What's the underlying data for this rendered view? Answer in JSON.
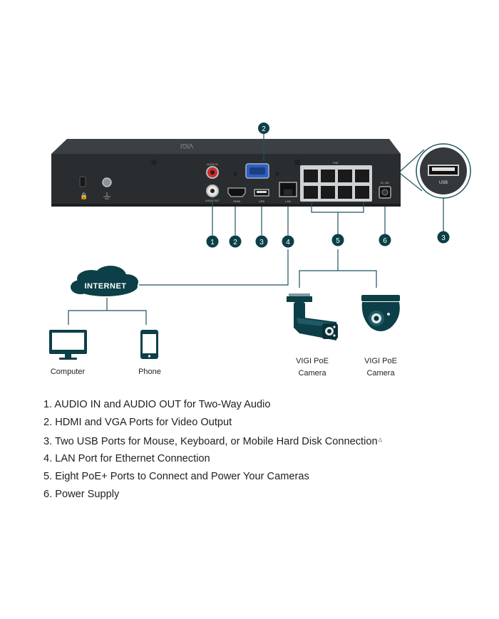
{
  "colors": {
    "callout": "#0c3f47",
    "line": "#1d5560",
    "device_body": "#2a2d30",
    "device_top": "#3c4044",
    "port": "#5a5e62"
  },
  "icons": [
    "cloud-icon",
    "monitor-icon",
    "phone-icon",
    "bullet-camera-icon",
    "dome-camera-icon",
    "usb-port-icon"
  ],
  "device": {
    "port_labels": [
      "AUDIO IN",
      "AUDIO OUT",
      "HDMI",
      "USB",
      "LAN",
      "PoE",
      "DC 48V"
    ],
    "top_marking": "VIGI"
  },
  "callouts": {
    "vga": "2",
    "audio": "1",
    "hdmi": "2",
    "usb": "3",
    "lan": "4",
    "poe": "5",
    "power": "6",
    "usb_zoom": "3"
  },
  "zoom": {
    "usb_label": "USB"
  },
  "network": {
    "internet": "INTERNET",
    "computer": "Computer",
    "phone": "Phone",
    "camera1_line1": "VIGI PoE",
    "camera1_line2": "Camera",
    "camera2_line1": "VIGI PoE",
    "camera2_line2": "Camera"
  },
  "features": [
    "1. AUDIO IN and AUDIO OUT for Two-Way Audio",
    "2. HDMI and VGA Ports for Video Output",
    "3. Two USB Ports for Mouse, Keyboard, or Mobile Hard Disk Connection",
    "4. LAN Port for Ethernet Connection",
    "5. Eight PoE+ Ports to Connect and Power Your Cameras",
    "6. Power Supply"
  ],
  "footnote_mark": "△"
}
